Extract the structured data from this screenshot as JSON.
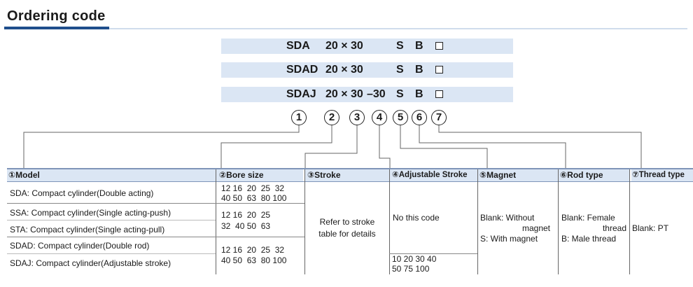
{
  "heading": "Ordering code",
  "codes": [
    {
      "model": "SDA",
      "bore": "20 × 30",
      "stroke": "",
      "magnet": "S",
      "rod": "B"
    },
    {
      "model": "SDAD",
      "bore": "20 × 30",
      "stroke": "",
      "magnet": "S",
      "rod": "B"
    },
    {
      "model": "SDAJ",
      "bore": "20 × 30",
      "stroke": "–30",
      "magnet": "S",
      "rod": "B"
    }
  ],
  "markers": [
    "1",
    "2",
    "3",
    "4",
    "5",
    "6",
    "7"
  ],
  "table": {
    "headers": [
      "①Model",
      "②Bore size",
      "③Stroke",
      "④Adjustable Stroke",
      "⑤Magnet",
      "⑥Rod type",
      "⑦Thread type"
    ],
    "models": [
      "SDA: Compact cylinder(Double acting)",
      "SSA: Compact cylinder(Single acting-push)",
      "STA: Compact cylinder(Single acting-pull)",
      "SDAD: Compact cylinder(Double rod)",
      "SDAJ: Compact cylinder(Adjustable stroke)"
    ],
    "bore_groups": [
      {
        "line1": "12 16  20  25  32",
        "line2": "40 50  63  80 100"
      },
      {
        "line1": "12 16  20  25",
        "line2": "32  40 50  63"
      },
      {
        "line1": "12 16  20  25  32",
        "line2": "40 50  63  80 100"
      }
    ],
    "stroke_text": {
      "line1": "Refer to stroke",
      "line2": "table for details"
    },
    "adjustable": {
      "none": "No this code",
      "values_line1": "10 20 30 40",
      "values_line2": "50 75 100"
    },
    "magnet": {
      "line1": "Blank: Without",
      "line2": "magnet",
      "line3": "S: With magnet"
    },
    "rod": {
      "line1": "Blank: Female",
      "line2": "thread",
      "line3": "B: Male thread"
    },
    "thread": "Blank: PT"
  },
  "colors": {
    "accent": "#1f4e8c",
    "band": "#dbe6f4"
  }
}
